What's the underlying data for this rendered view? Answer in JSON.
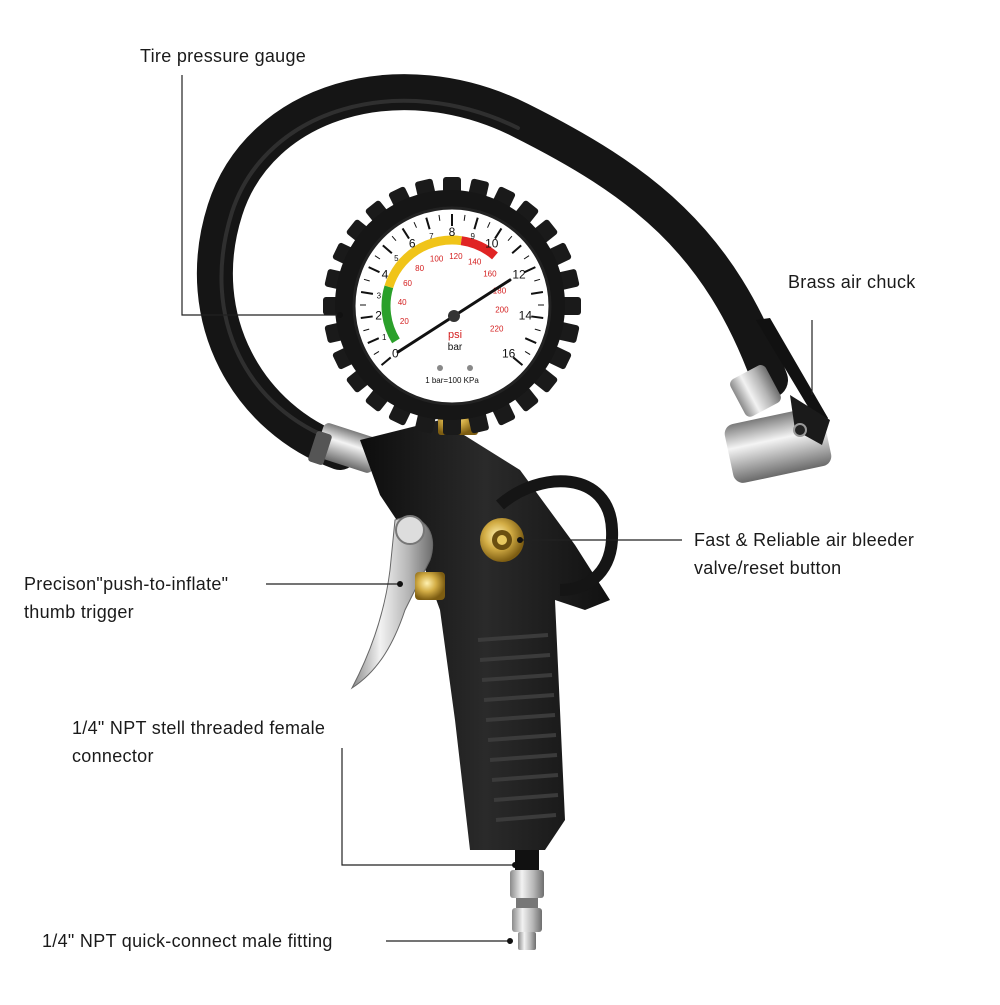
{
  "callouts": {
    "gauge": "Tire pressure gauge",
    "chuck": "Brass air chuck",
    "bleeder_line1": "Fast & Reliable air bleeder",
    "bleeder_line2": "valve/reset button",
    "trigger_line1": "Precison\"push-to-inflate\"",
    "trigger_line2": "thumb trigger",
    "connector_line1": "1/4\" NPT stell threaded female",
    "connector_line2": "connector",
    "fitting": "1/4\" NPT quick-connect male fitting"
  },
  "gauge_face": {
    "bar_ticks": [
      "0",
      "1",
      "2",
      "3",
      "4",
      "5",
      "6",
      "7",
      "8",
      "9",
      "10",
      "12",
      "14",
      "16"
    ],
    "psi_ticks": [
      "20",
      "40",
      "60",
      "80",
      "100",
      "120",
      "140",
      "160",
      "180",
      "200",
      "220"
    ],
    "psi_label": "psi",
    "bar_label": "bar",
    "conversion_note": "1 bar=100 KPa"
  },
  "colors": {
    "body": "#1c1c1c",
    "hose": "#151515",
    "chrome": "#c9c9c9",
    "brass": "#c9a43a",
    "zone_green": "#2aa02a",
    "zone_yellow": "#f0c419",
    "zone_red": "#e02424",
    "psi_text": "#d42020",
    "leader": "#222222"
  }
}
